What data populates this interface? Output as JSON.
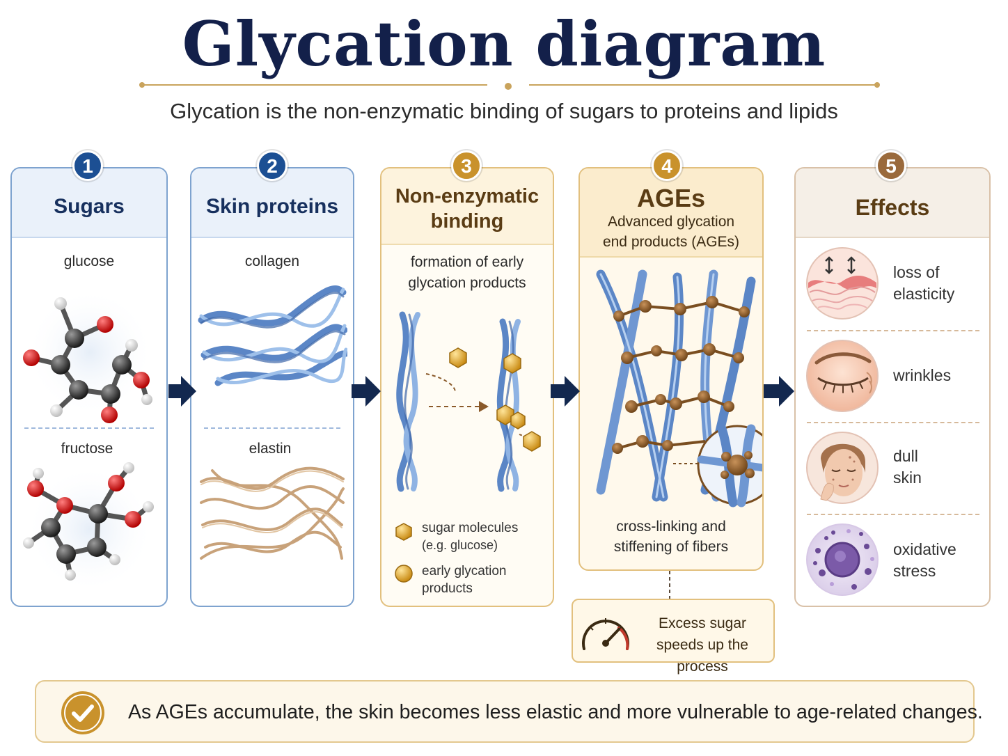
{
  "title": "Glycation diagram",
  "subtitle": "Glycation is the non-enzymatic binding of sugars to proteins and lipids",
  "steps": [
    {
      "number": "1",
      "title": "Sugars",
      "items": [
        "glucose",
        "fructose"
      ]
    },
    {
      "number": "2",
      "title": "Skin proteins",
      "items": [
        "collagen",
        "elastin"
      ]
    },
    {
      "number": "3",
      "title_line1": "Non-enzymatic",
      "title_line2": "binding",
      "caption_line1": "formation of early",
      "caption_line2": "glycation products",
      "legend": [
        {
          "line1": "sugar molecules",
          "line2": "(e.g. glucose)"
        },
        {
          "line1": "early glycation",
          "line2": "products"
        }
      ]
    },
    {
      "number": "4",
      "title": "AGEs",
      "subtitle_line1": "Advanced glycation",
      "subtitle_line2": "end products (AGEs)",
      "caption_line1": "cross-linking and",
      "caption_line2": "stiffening of fibers"
    },
    {
      "number": "5",
      "title": "Effects",
      "effects": [
        {
          "line1": "loss of",
          "line2": "elasticity",
          "icon": "skin-layers-icon"
        },
        {
          "line1": "wrinkles",
          "line2": "",
          "icon": "closed-eye-icon"
        },
        {
          "line1": "dull",
          "line2": "skin",
          "icon": "face-icon"
        },
        {
          "line1": "oxidative",
          "line2": "stress",
          "icon": "cell-icon"
        }
      ]
    }
  ],
  "note": {
    "line1": "Excess sugar",
    "line2": "speeds up the process",
    "icon": "gauge-icon"
  },
  "footer": {
    "text": "As AGEs accumulate, the skin becomes less elastic and more vulnerable to age-related changes.",
    "icon": "check-icon"
  },
  "colors": {
    "navy": "#13204a",
    "blue": "#1c4f93",
    "gold": "#c9922c",
    "brown": "#9a6a3c"
  }
}
